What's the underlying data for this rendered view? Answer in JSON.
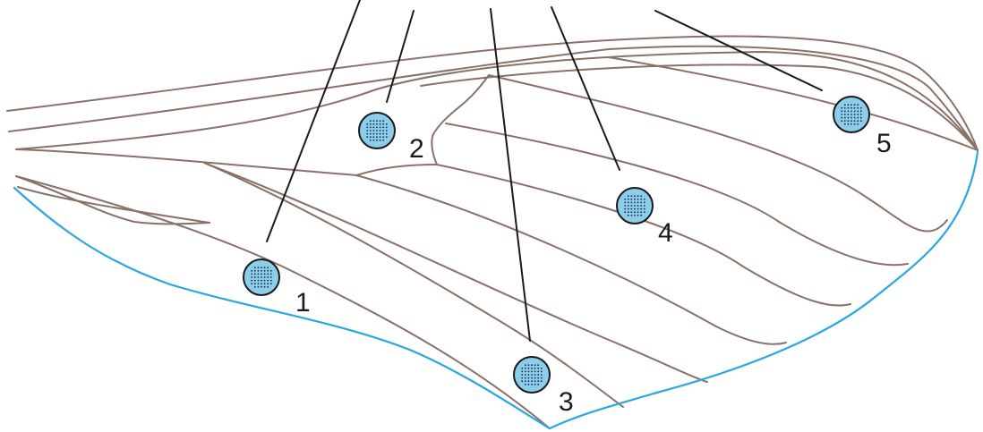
{
  "figure": {
    "colors": {
      "vein": "#8a7168",
      "margin": "#2aa7df",
      "sensillum_fill": "#8ccde9",
      "leader": "#1a1a1a"
    },
    "markers": [
      {
        "label": "1",
        "icon": "sensillum-icon"
      },
      {
        "label": "2",
        "icon": "sensillum-icon"
      },
      {
        "label": "3",
        "icon": "sensillum-icon"
      },
      {
        "label": "4",
        "icon": "sensillum-icon"
      },
      {
        "label": "5",
        "icon": "sensillum-icon"
      }
    ]
  }
}
